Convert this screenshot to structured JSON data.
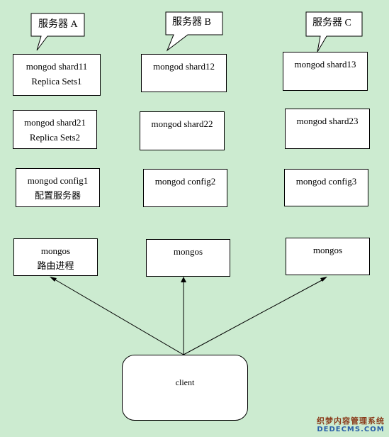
{
  "servers": [
    {
      "label": "服务器 A"
    },
    {
      "label": "服务器 B"
    },
    {
      "label": "服务器 C"
    }
  ],
  "rows": {
    "shard1": [
      {
        "line1": "mongod shard11",
        "line2": "Replica Sets1"
      },
      {
        "line1": "mongod shard12"
      },
      {
        "line1": "mongod shard13"
      }
    ],
    "shard2": [
      {
        "line1": "mongod shard21",
        "line2": "Replica Sets2"
      },
      {
        "line1": "mongod shard22"
      },
      {
        "line1": "mongod shard23"
      }
    ],
    "config": [
      {
        "line1": "mongod config1",
        "line2": "配置服务器"
      },
      {
        "line1": "mongod config2"
      },
      {
        "line1": "mongod config3"
      }
    ],
    "mongos": [
      {
        "line1": "mongos",
        "line2": "路由进程"
      },
      {
        "line1": "mongos"
      },
      {
        "line1": "mongos"
      }
    ]
  },
  "client": {
    "label": "client"
  },
  "watermark": {
    "line1": "织梦内容管理系统",
    "line2": "DEDECMS.COM"
  },
  "colors": {
    "background": "#ccebd0",
    "box_fill": "#ffffff",
    "stroke": "#000000"
  }
}
